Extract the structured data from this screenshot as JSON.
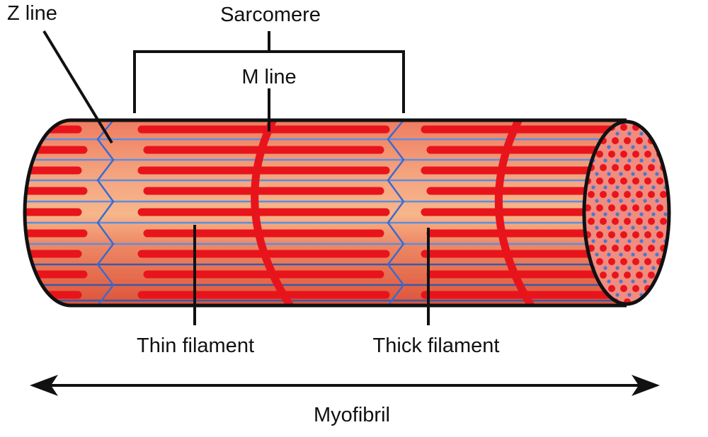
{
  "labels": {
    "z_line": "Z line",
    "sarcomere": "Sarcomere",
    "m_line": "M line",
    "thin_filament": "Thin filament",
    "thick_filament": "Thick filament",
    "myofibril": "Myofibril"
  },
  "colors": {
    "thick_filament": "#e8141c",
    "thin_filament": "#4a78d0",
    "band_light": "#f7b68c",
    "band_mid": "#f08a68",
    "band_dark": "#dc4e36",
    "cross_section": "#f08c80",
    "outline": "#111111"
  }
}
